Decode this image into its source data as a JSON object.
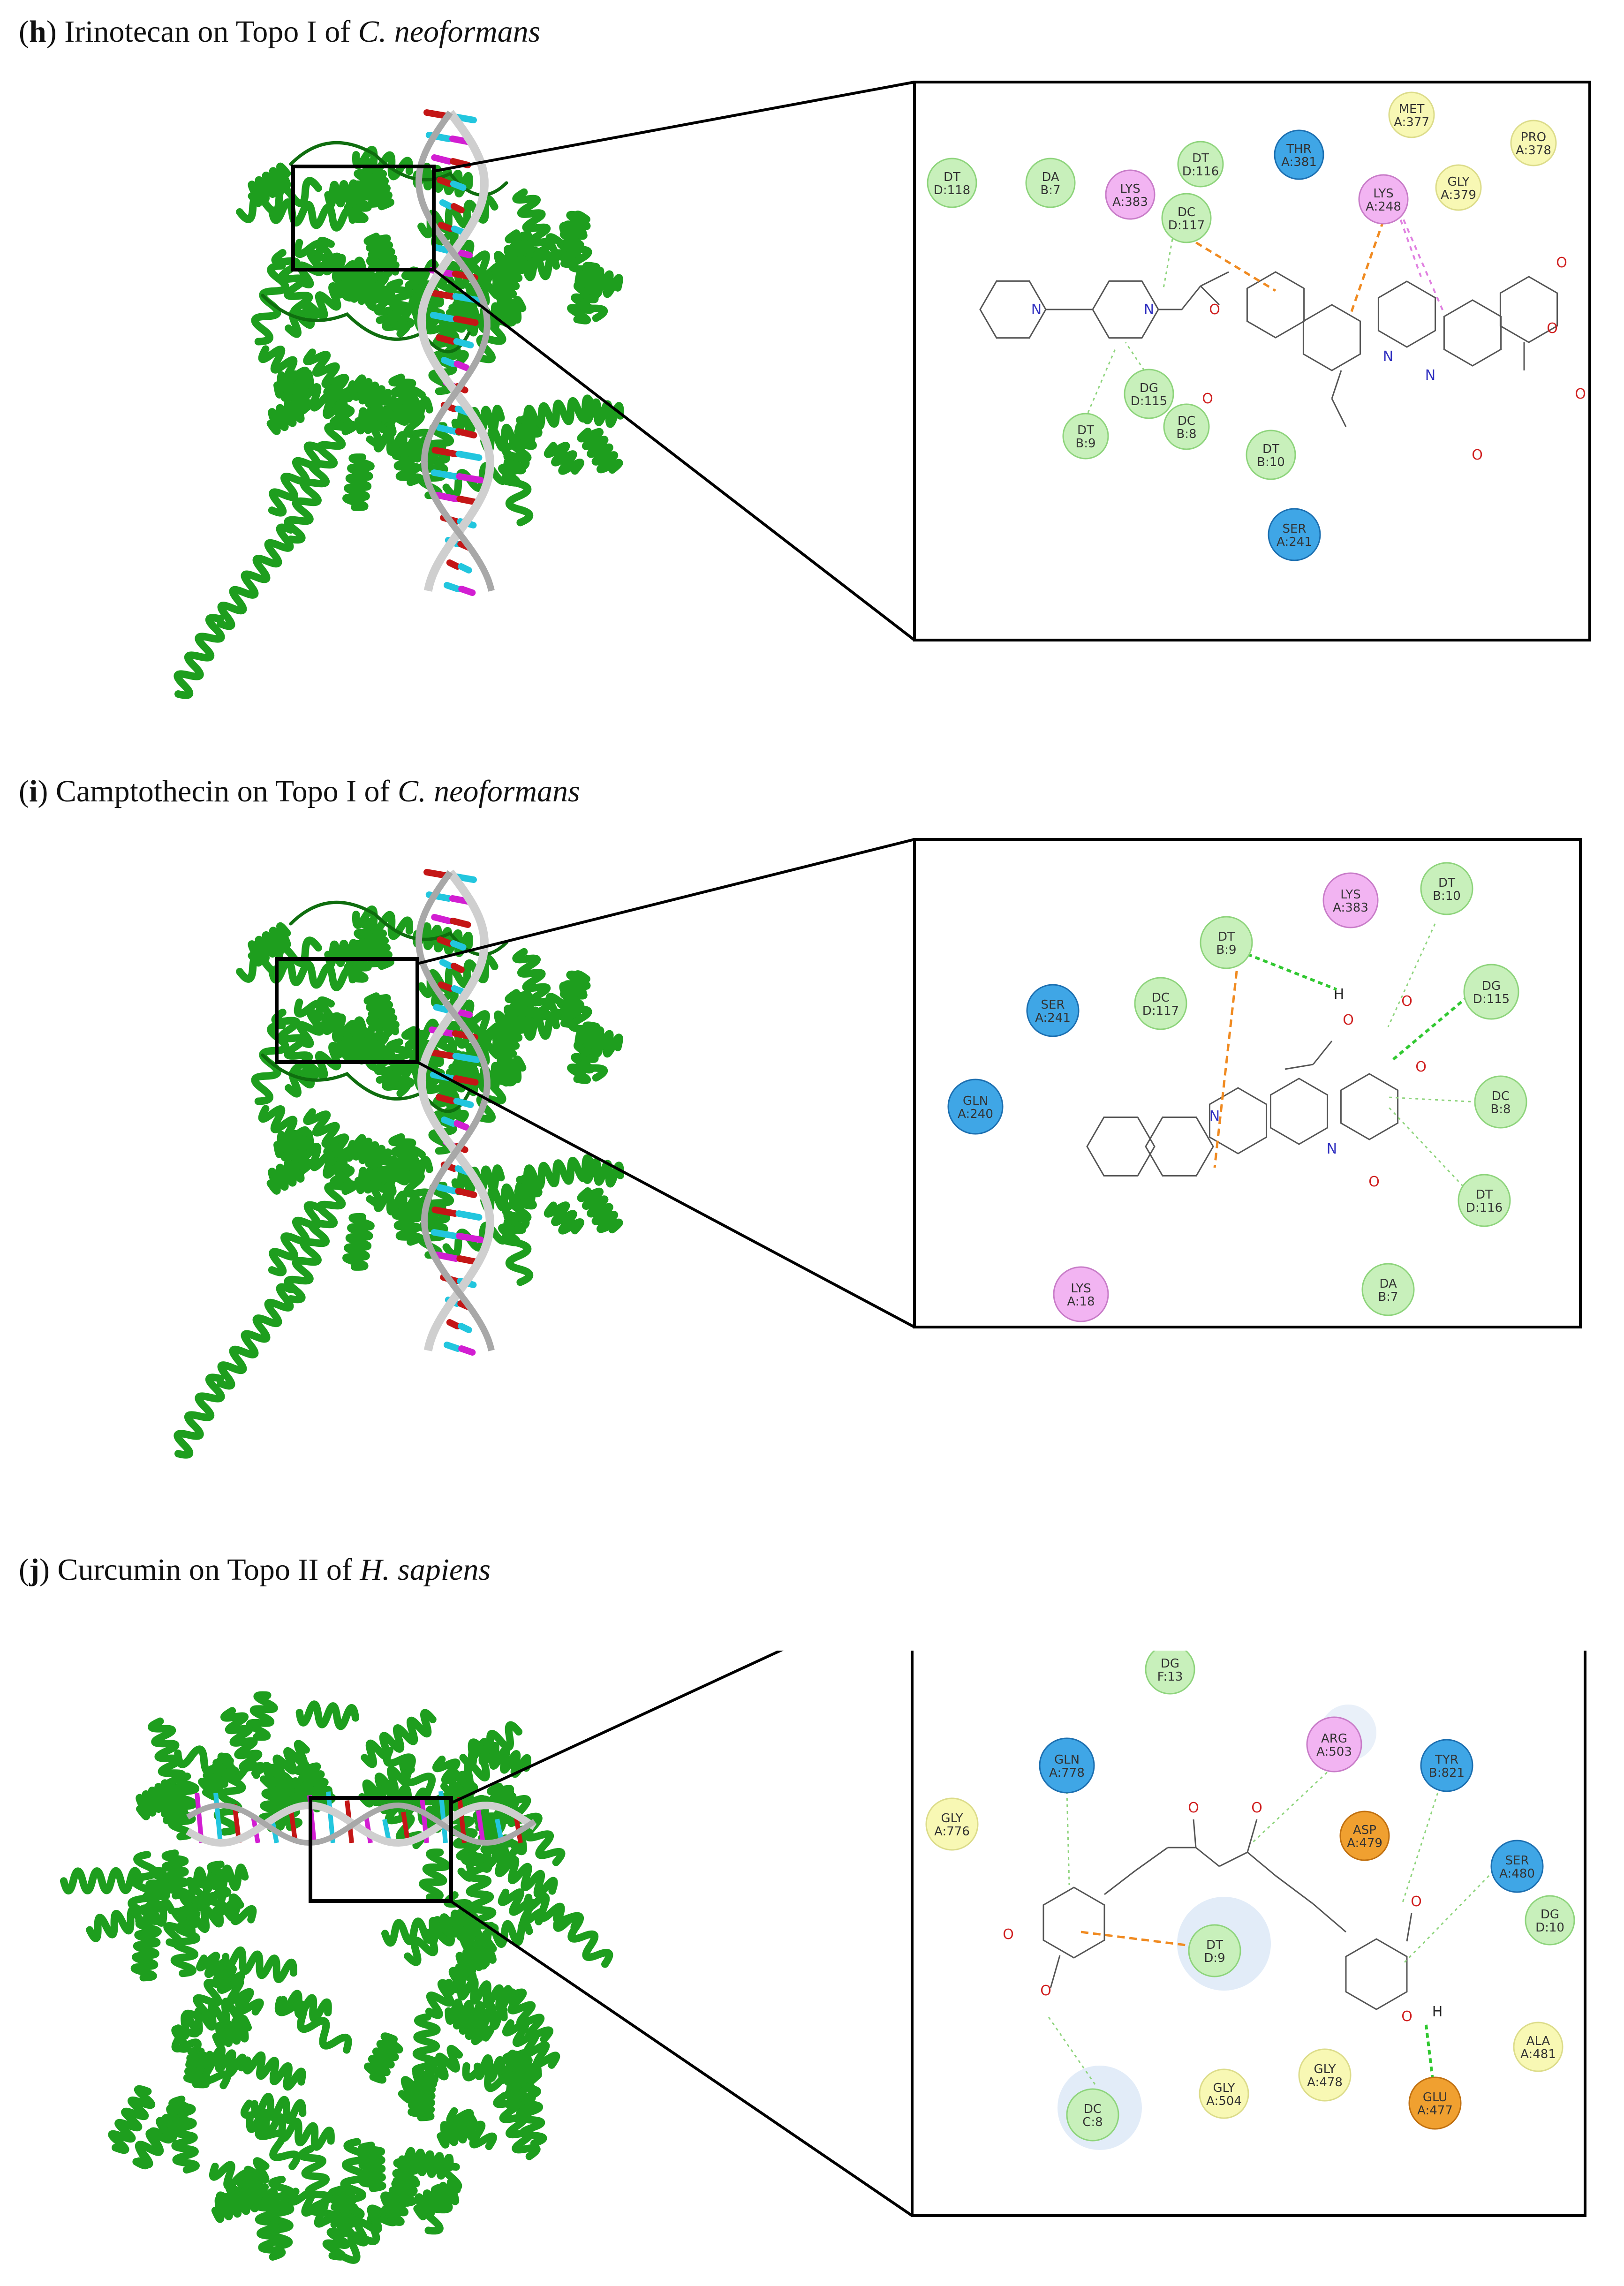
{
  "panels": [
    {
      "letter": "h",
      "caption": "Irinotecan on Topo I of",
      "organism": "C. neoformans",
      "residues": [
        {
          "l1": "MET",
          "l2": "A:377",
          "type": "vdw"
        },
        {
          "l1": "PRO",
          "l2": "A:378",
          "type": "vdw"
        },
        {
          "l1": "DT",
          "l2": "D:118",
          "type": "hbond"
        },
        {
          "l1": "DA",
          "l2": "B:7",
          "type": "hbond"
        },
        {
          "l1": "LYS",
          "l2": "A:383",
          "type": "alkyl"
        },
        {
          "l1": "DT",
          "l2": "D:116",
          "type": "hbond"
        },
        {
          "l1": "THR",
          "l2": "A:381",
          "type": "polar"
        },
        {
          "l1": "LYS",
          "l2": "A:248",
          "type": "alkyl"
        },
        {
          "l1": "GLY",
          "l2": "A:379",
          "type": "vdw"
        },
        {
          "l1": "DC",
          "l2": "D:117",
          "type": "hbond"
        },
        {
          "l1": "DG",
          "l2": "D:115",
          "type": "hbond"
        },
        {
          "l1": "DC",
          "l2": "B:8",
          "type": "hbond"
        },
        {
          "l1": "DT",
          "l2": "B:9",
          "type": "hbond"
        },
        {
          "l1": "DT",
          "l2": "B:10",
          "type": "hbond"
        },
        {
          "l1": "SER",
          "l2": "A:241",
          "type": "polar"
        }
      ],
      "atoms": [
        "N",
        "N",
        "O",
        "O",
        "N",
        "N",
        "O",
        "O",
        "O",
        "O"
      ]
    },
    {
      "letter": "i",
      "caption": "Camptothecin on Topo I of",
      "organism": "C. neoformans",
      "residues": [
        {
          "l1": "LYS",
          "l2": "A:383",
          "type": "alkyl"
        },
        {
          "l1": "DT",
          "l2": "B:10",
          "type": "hbond"
        },
        {
          "l1": "DT",
          "l2": "B:9",
          "type": "hbond"
        },
        {
          "l1": "SER",
          "l2": "A:241",
          "type": "polar"
        },
        {
          "l1": "DC",
          "l2": "D:117",
          "type": "hbond"
        },
        {
          "l1": "DG",
          "l2": "D:115",
          "type": "hbond"
        },
        {
          "l1": "GLN",
          "l2": "A:240",
          "type": "polar"
        },
        {
          "l1": "DC",
          "l2": "B:8",
          "type": "hbond"
        },
        {
          "l1": "DT",
          "l2": "D:116",
          "type": "hbond"
        },
        {
          "l1": "LYS",
          "l2": "A:18",
          "type": "alkyl"
        },
        {
          "l1": "DA",
          "l2": "B:7",
          "type": "hbond"
        }
      ],
      "atoms": [
        "H",
        "O",
        "O",
        "O",
        "N",
        "N",
        "O"
      ]
    },
    {
      "letter": "j",
      "caption": "Curcumin on Topo II of",
      "organism": "H. sapiens",
      "residues": [
        {
          "l1": "DG",
          "l2": "F:13",
          "type": "hbond"
        },
        {
          "l1": "ARG",
          "l2": "A:503",
          "type": "alkyl"
        },
        {
          "l1": "GLN",
          "l2": "A:778",
          "type": "polar"
        },
        {
          "l1": "TYR",
          "l2": "B:821",
          "type": "polar"
        },
        {
          "l1": "GLY",
          "l2": "A:776",
          "type": "vdw"
        },
        {
          "l1": "ASP",
          "l2": "A:479",
          "type": "charged"
        },
        {
          "l1": "SER",
          "l2": "A:480",
          "type": "polar"
        },
        {
          "l1": "DG",
          "l2": "D:10",
          "type": "hbond"
        },
        {
          "l1": "DT",
          "l2": "D:9",
          "type": "hbond"
        },
        {
          "l1": "ALA",
          "l2": "A:481",
          "type": "vdw"
        },
        {
          "l1": "GLY",
          "l2": "A:478",
          "type": "vdw"
        },
        {
          "l1": "GLY",
          "l2": "A:504",
          "type": "vdw"
        },
        {
          "l1": "DC",
          "l2": "C:8",
          "type": "hbond"
        },
        {
          "l1": "GLU",
          "l2": "A:477",
          "type": "charged"
        }
      ],
      "atoms": [
        "O",
        "O",
        "O",
        "O",
        "O",
        "H",
        "O"
      ]
    }
  ],
  "colors": {
    "protein": "#1e9e1e",
    "protein_dark": "#0f6e0f",
    "dna_backbone": "#cfcfcf",
    "base_red": "#c41616",
    "base_cyan": "#22c6de",
    "base_magenta": "#d21ed2",
    "hbond_fill": "#c8f0bb",
    "hbond_stroke": "#8ed47c",
    "polar_fill": "#3fa6e6",
    "polar_stroke": "#1c6fb0",
    "vdw_fill": "#f8f8b4",
    "vdw_stroke": "#dcdc8a",
    "alkyl_fill": "#f2b4f2",
    "alkyl_stroke": "#c87cc8",
    "charged_fill": "#f0a030",
    "charged_stroke": "#c07010",
    "pi_line": "#f08a20",
    "hbond_line": "#30c830"
  }
}
